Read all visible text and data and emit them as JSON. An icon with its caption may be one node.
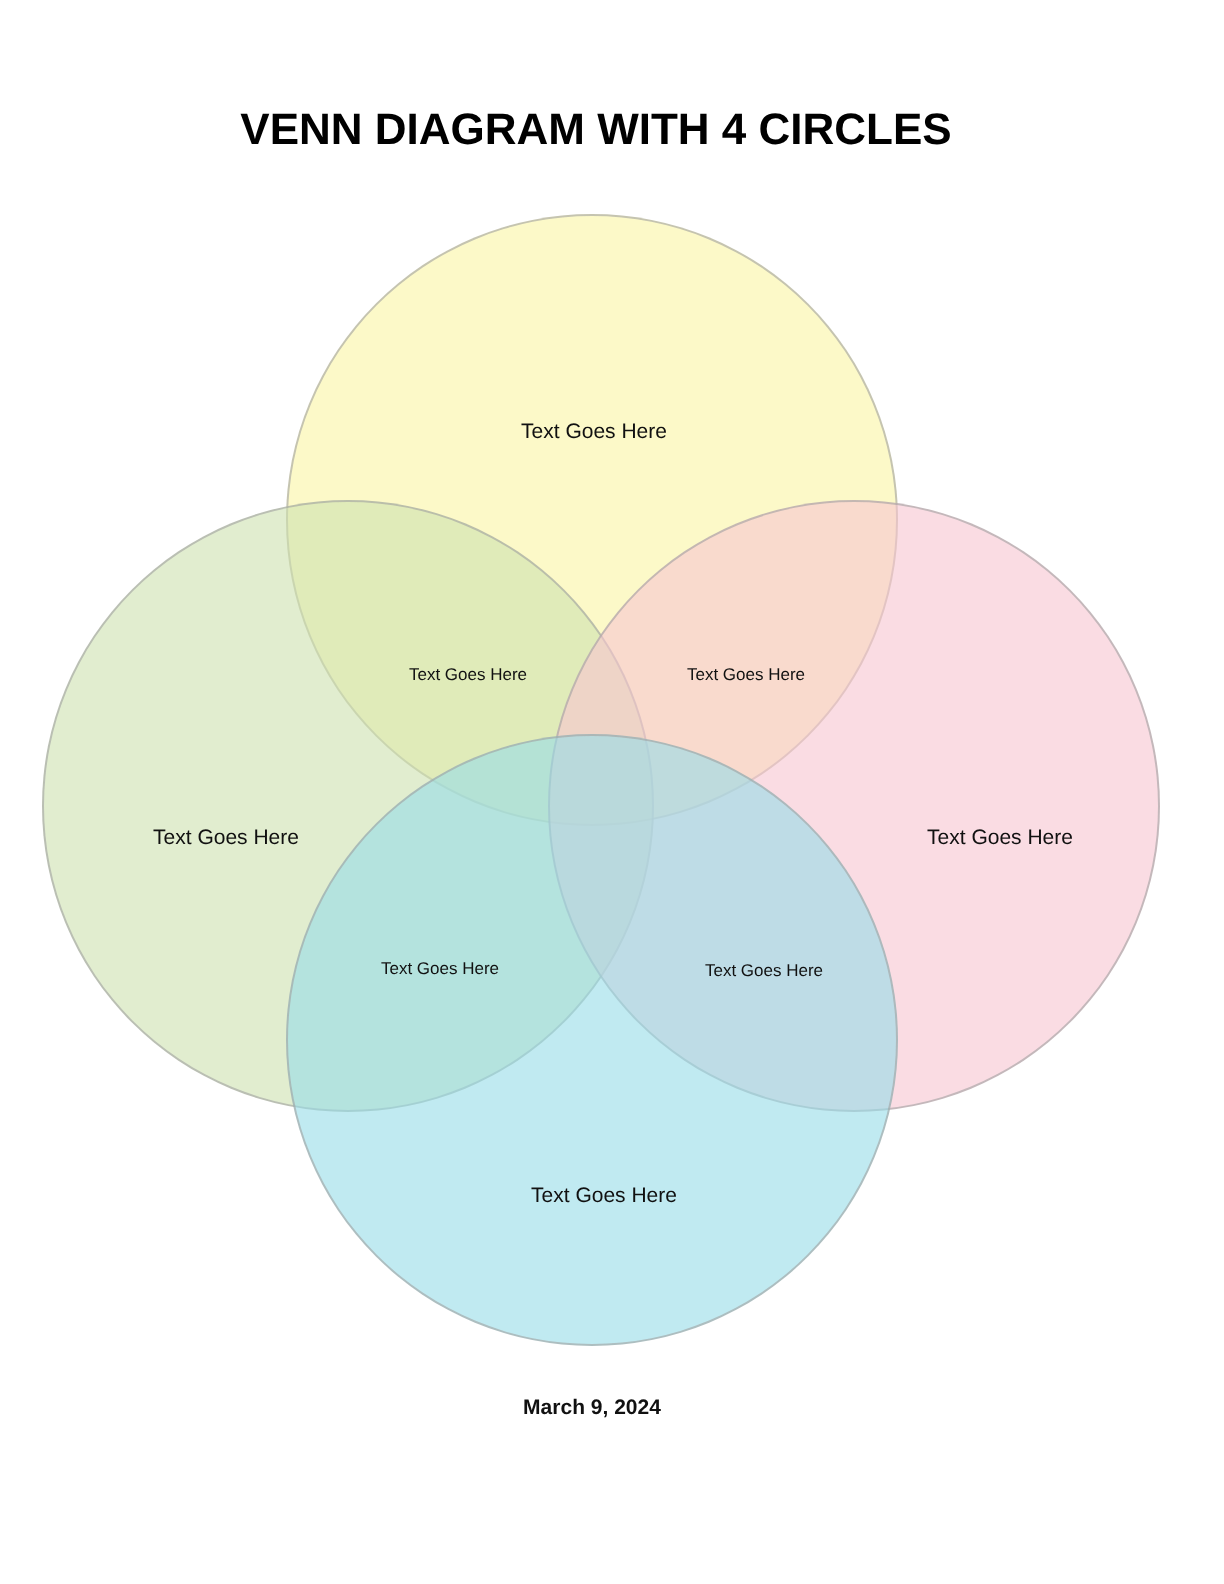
{
  "diagram": {
    "title": "VENN DIAGRAM WITH 4 CIRCLES",
    "nodes": [
      {
        "text": [
          "Text Goes Here"
        ]
      },
      {
        "text": [
          "Text Goes Here"
        ]
      },
      {
        "text": [
          "Text Goes Here"
        ]
      },
      {
        "text": [
          "Text Goes Here"
        ]
      }
    ],
    "labels": [
      "Text Goes Here",
      "Text Goes Here",
      "Text Goes Here",
      "Text Goes Here",
      "March 9, 2024"
    ]
  }
}
